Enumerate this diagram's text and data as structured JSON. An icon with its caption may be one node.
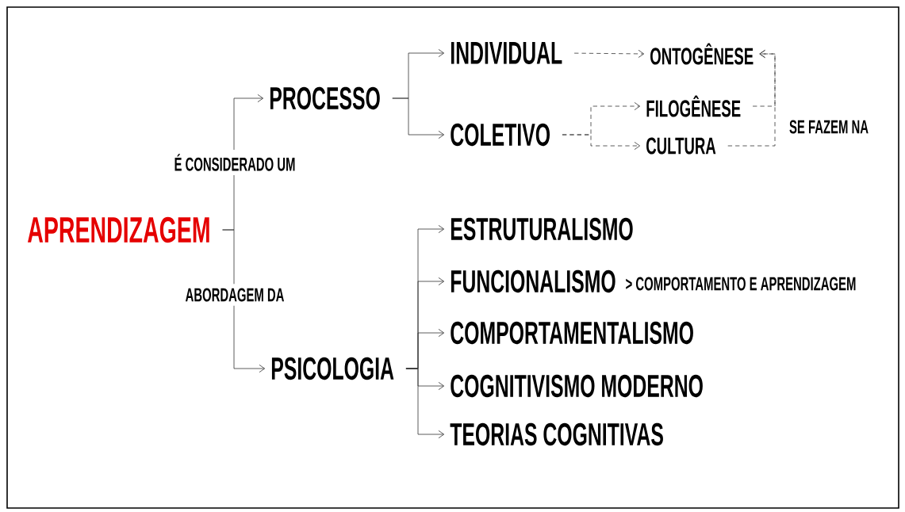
{
  "diagram": {
    "nodes": [
      {
        "text": [
          "APRENDIZAGEM"
        ]
      },
      {
        "text": [
          "PROCESSO"
        ]
      },
      {
        "text": [
          "PSICOLOGIA"
        ]
      },
      {
        "text": [
          "INDIVIDUAL"
        ]
      },
      {
        "text": [
          "COLETIVO"
        ]
      },
      {
        "text": [
          "ONTOGÊNESE"
        ]
      },
      {
        "text": [
          "FILOGÊNESE"
        ]
      },
      {
        "text": [
          "CULTURA"
        ]
      },
      {
        "text": [
          "ESTRUTURALISMO"
        ]
      },
      {
        "text": [
          "FUNCIONALISMO"
        ],
        "beside": [
          "> COMPORTAMENTO E APRENDIZAGEM"
        ]
      },
      {
        "text": [
          "COMPORTAMENTALISMO"
        ]
      },
      {
        "text": [
          "COGNITIVISMO MODERNO"
        ]
      },
      {
        "text": [
          "TEORIAS COGNITIVAS"
        ]
      }
    ],
    "edges": [
      {
        "from": 0,
        "to": 1,
        "arrow": "to",
        "label": "É CONSIDERADO UM"
      },
      {
        "from": 0,
        "to": 2,
        "arrow": "to",
        "label": "ABORDAGEM DA"
      },
      {
        "from": 1,
        "to": 3,
        "arrow": "to"
      },
      {
        "from": 1,
        "to": 4,
        "arrow": "to"
      },
      {
        "from": 3,
        "to": 5,
        "arrow": "to",
        "style": "dashed"
      },
      {
        "from": 4,
        "to": 6,
        "arrow": "to",
        "style": "dashed"
      },
      {
        "from": 4,
        "to": 7,
        "arrow": "to",
        "style": "dashed"
      },
      {
        "from": 6,
        "to": 5,
        "arrow": "to",
        "style": "dashed",
        "label": "SE FAZEM NA"
      },
      {
        "from": 7,
        "to": 5,
        "arrow": "to",
        "style": "dashed"
      },
      {
        "from": 2,
        "to": 8,
        "arrow": "to"
      },
      {
        "from": 2,
        "to": 9,
        "arrow": "to"
      },
      {
        "from": 2,
        "to": 10,
        "arrow": "to"
      },
      {
        "from": 2,
        "to": 11,
        "arrow": "to"
      },
      {
        "from": 2,
        "to": 12,
        "arrow": "to"
      }
    ]
  }
}
